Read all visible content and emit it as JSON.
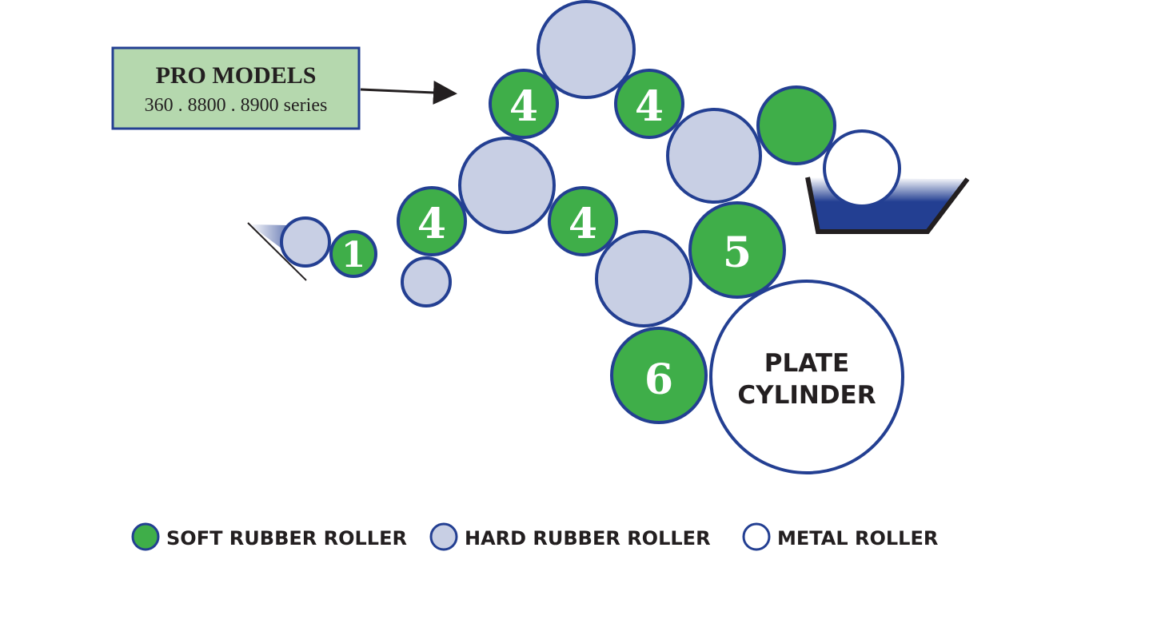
{
  "colors": {
    "soft": "#3fae49",
    "hard": "#c8cfe4",
    "metal": "#ffffff",
    "outline": "#233f92",
    "box_fill": "#b5d8ae",
    "ink_fill": "#233f92"
  },
  "callout": {
    "title": "PRO MODELS",
    "subtitle": "360 .  8800 . 8900 series"
  },
  "rollers": {
    "r1": {
      "label": "1",
      "type": "soft"
    },
    "r4a": {
      "label": "4",
      "type": "soft"
    },
    "r4b": {
      "label": "4",
      "type": "soft"
    },
    "r4c": {
      "label": "4",
      "type": "soft"
    },
    "r4d": {
      "label": "4",
      "type": "soft"
    },
    "r5": {
      "label": "5",
      "type": "soft"
    },
    "r6": {
      "label": "6",
      "type": "soft"
    }
  },
  "plate": {
    "line1": "PLATE",
    "line2": "CYLINDER"
  },
  "legend": {
    "soft": "SOFT RUBBER ROLLER",
    "hard": "HARD RUBBER ROLLER",
    "metal": "METAL ROLLER"
  }
}
